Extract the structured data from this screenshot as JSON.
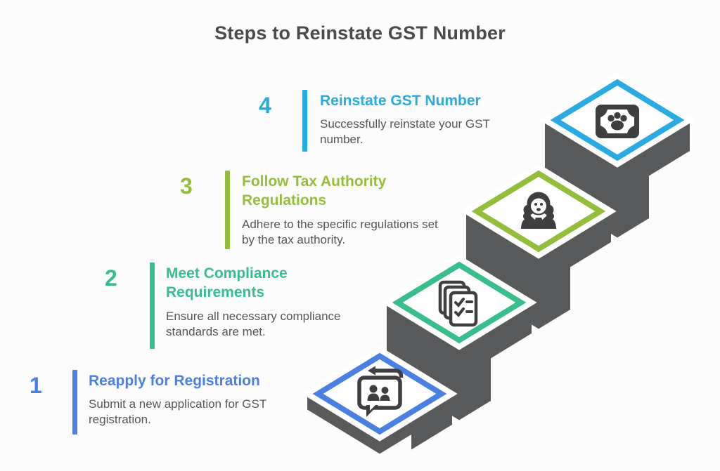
{
  "title": "Steps to Reinstate GST Number",
  "steps": [
    {
      "number": "1",
      "title": "Reapply for Registration",
      "description": "Submit a new application for GST registration.",
      "color": "#4a80e2",
      "icon": "reapply-chat-icon"
    },
    {
      "number": "2",
      "title": "Meet Compliance Requirements",
      "description": "Ensure all necessary compliance standards are met.",
      "color": "#38bd8d",
      "icon": "compliance-documents-icon"
    },
    {
      "number": "3",
      "title": "Follow Tax Authority Regulations",
      "description": "Adhere to the specific regulations set by the tax authority.",
      "color": "#95bd3c",
      "icon": "tax-authority-officer-icon"
    },
    {
      "number": "4",
      "title": "Reinstate GST Number",
      "description": "Successfully reinstate your GST number.",
      "color": "#29abe2",
      "icon": "gst-number-cash-icon"
    }
  ],
  "colors": {
    "stair_gray": "#58595b",
    "icon_dark": "#3f3f41",
    "description_text": "#55565a",
    "title_text": "#4b4b4d",
    "background": "#fcfcfc"
  }
}
